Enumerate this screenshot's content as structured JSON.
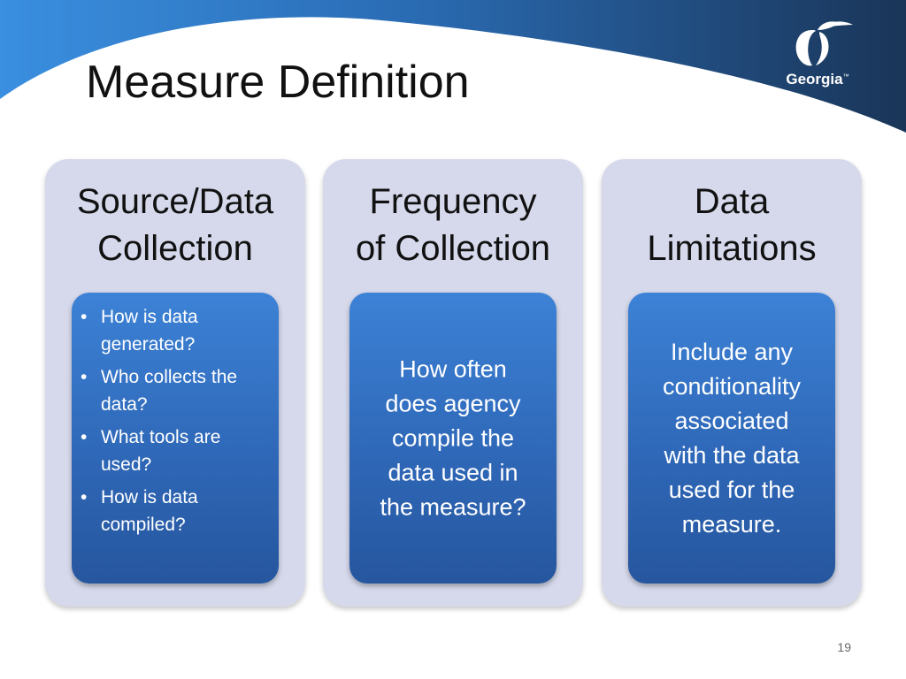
{
  "slide": {
    "title": "Measure Definition",
    "page_number": "19"
  },
  "logo": {
    "text": "Georgia",
    "trademark": "™"
  },
  "columns": [
    {
      "title_lines": [
        "Source/Data",
        "Collection"
      ],
      "bullets": [
        "How is data generated?",
        "Who collects the data?",
        "What tools are used?",
        "How is data compiled?"
      ]
    },
    {
      "title_lines": [
        "Frequency",
        "of Collection"
      ],
      "body_lines": [
        "How often",
        "does agency",
        "compile the",
        "data used in",
        "the measure?"
      ]
    },
    {
      "title_lines": [
        "Data",
        "Limitations"
      ],
      "body_lines": [
        "Include any",
        "conditionality",
        "associated",
        "with the data",
        "used for the",
        "measure."
      ]
    }
  ],
  "colors": {
    "header_dark": "#1a3558",
    "header_light": "#3a8fe0",
    "column_bg": "#d5d9eb",
    "inner_box_top": "#3c82d6",
    "inner_box_bottom": "#26569e"
  }
}
